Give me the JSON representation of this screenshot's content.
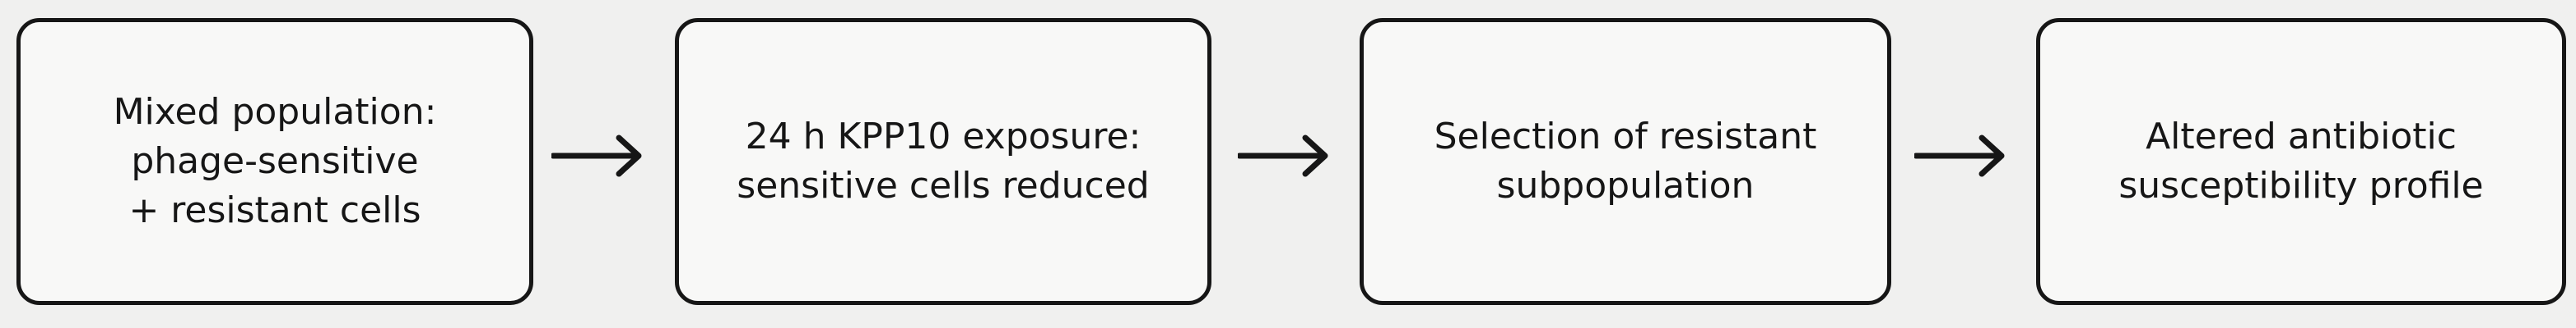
{
  "boxes": [
    {
      "text": "Mixed population:\nphage-sensitive\n+ resistant cells"
    },
    {
      "text": "24 h KPP10 exposure:\nsensitive cells reduced"
    },
    {
      "text": "Selection of resistant\nsubpopulation"
    },
    {
      "text": "Altered antibiotic\nsusceptibility profile"
    }
  ],
  "colors": {
    "stroke": "#161616",
    "background": "#f0f0ef",
    "box_fill": "#f8f8f7"
  },
  "icons": [
    "right-arrow-icon"
  ]
}
